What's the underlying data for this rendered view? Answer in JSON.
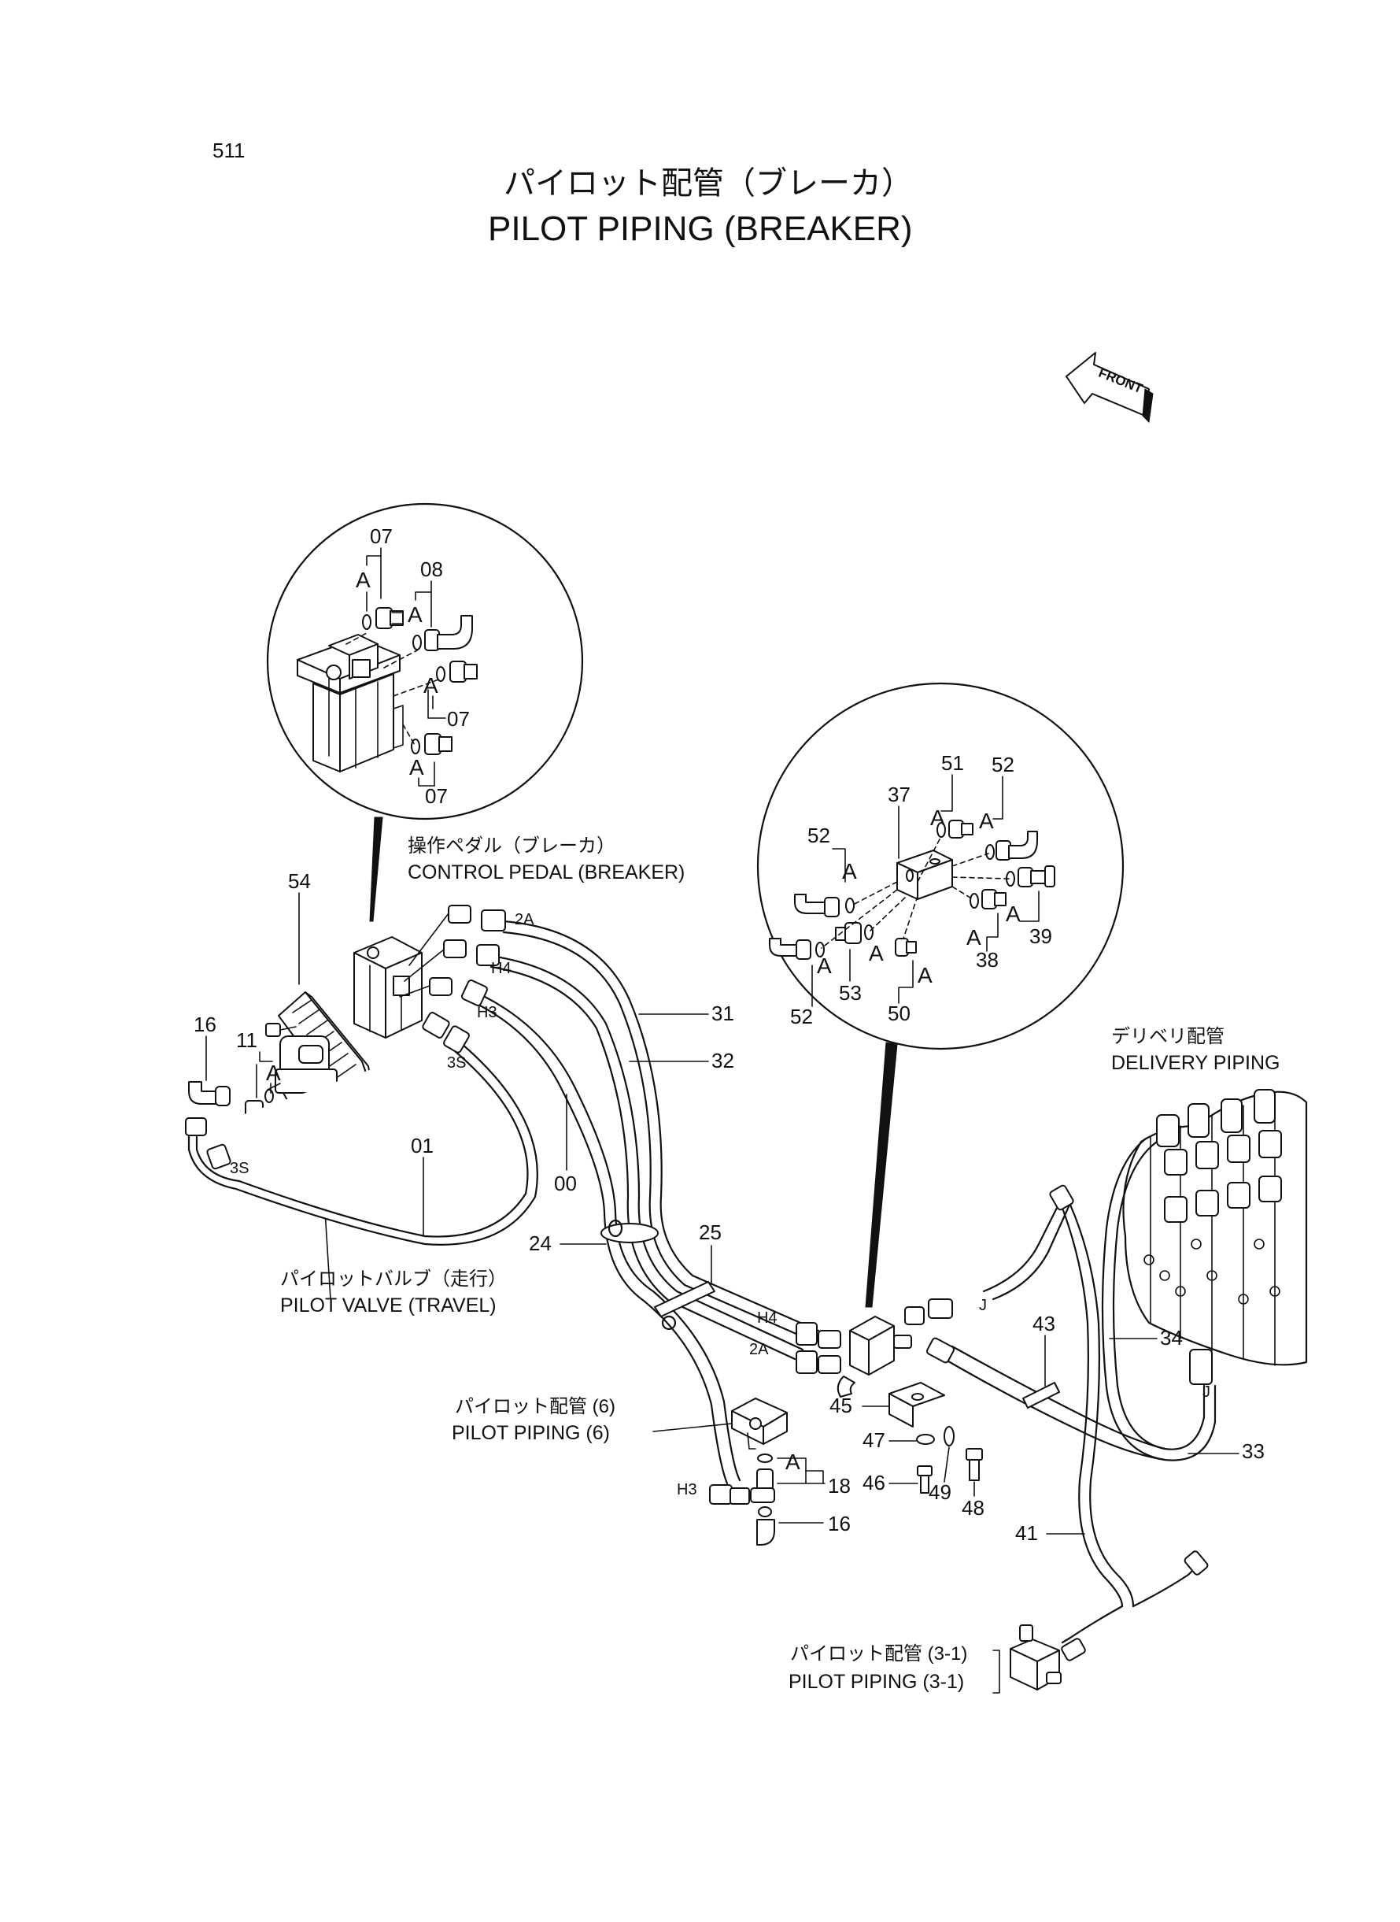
{
  "page_number": "511",
  "title_ja": "パイロット配管（ブレーカ）",
  "title_en": "PILOT PIPING (BREAKER)",
  "front_marker": "FRONT",
  "section_labels": {
    "control_pedal_ja": "操作ペダル（ブレーカ）",
    "control_pedal_en": "CONTROL PEDAL (BREAKER)",
    "pilot_valve_ja": "パイロットバルブ（走行）",
    "pilot_valve_en": "PILOT VALVE (TRAVEL)",
    "delivery_ja": "デリベリ配管",
    "delivery_en": "DELIVERY PIPING",
    "pilot6_ja": "パイロット配管 (6)",
    "pilot6_en": "PILOT PIPING (6)",
    "pilot31_ja": "パイロット配管 (3-1)",
    "pilot31_en": "PILOT PIPING (3-1)"
  },
  "detail_left_callouts": [
    "07",
    "08",
    "07",
    "07"
  ],
  "detail_right_callouts": [
    "51",
    "52",
    "37",
    "52",
    "39",
    "38",
    "53",
    "50",
    "52"
  ],
  "letter_markers": [
    "A",
    "A",
    "A",
    "A",
    "A",
    "A",
    "A",
    "A",
    "A",
    "A",
    "A",
    "A",
    "A",
    "A"
  ],
  "part_callouts": [
    "54",
    "16",
    "11",
    "01",
    "00",
    "24",
    "25",
    "31",
    "32",
    "34",
    "43",
    "33",
    "45",
    "47",
    "46",
    "49",
    "48",
    "41",
    "18",
    "16"
  ],
  "hose_end_labels": [
    "2A",
    "H4",
    "H3",
    "3S",
    "3S",
    "H4",
    "2A",
    "H3",
    "J",
    "J"
  ]
}
